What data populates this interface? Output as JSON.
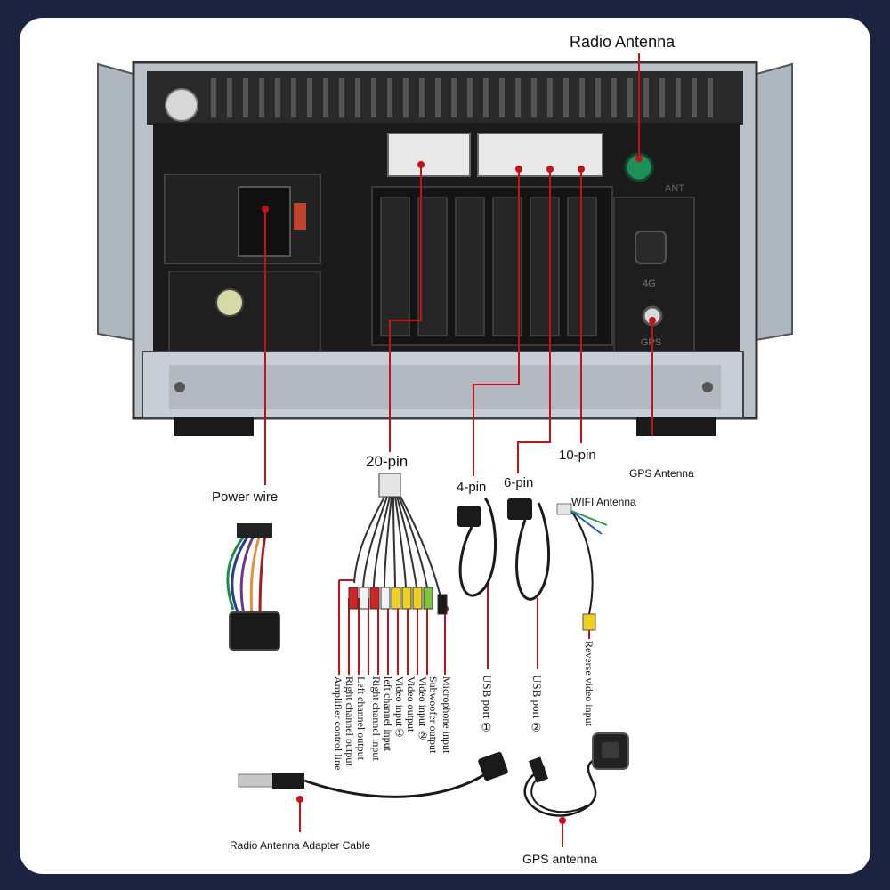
{
  "labels": {
    "radio_antenna": "Radio Antenna",
    "pin20": "20-pin",
    "pin4": "4-pin",
    "pin6": "6-pin",
    "pin10": "10-pin",
    "gps_antenna_top": "GPS Antenna",
    "power_wire": "Power wire",
    "wifi_antenna": "WIFI Antenna",
    "reverse_video": "Reverse video input",
    "usb1": "USB port ①",
    "usb2": "USB port ②",
    "radio_adapter": "Radio Antenna Adapter Cable",
    "gps_antenna_bottom": "GPS antenna"
  },
  "rca_lines": [
    "Amplifier control line",
    "Right channel output",
    "Left channel output",
    "Right channel input",
    "left channel input",
    "Video input①",
    "Video output",
    "Video input ②",
    "Subwoofer output",
    "Microphone input"
  ],
  "unit_markings": {
    "ant": "ANT",
    "port_4g": "4G",
    "port_gps": "GPS"
  },
  "colors": {
    "background": "#1c2340",
    "leader_line": "#c4121a",
    "unit_body": "#1b1b1b",
    "frame": "#b9c0c8"
  }
}
